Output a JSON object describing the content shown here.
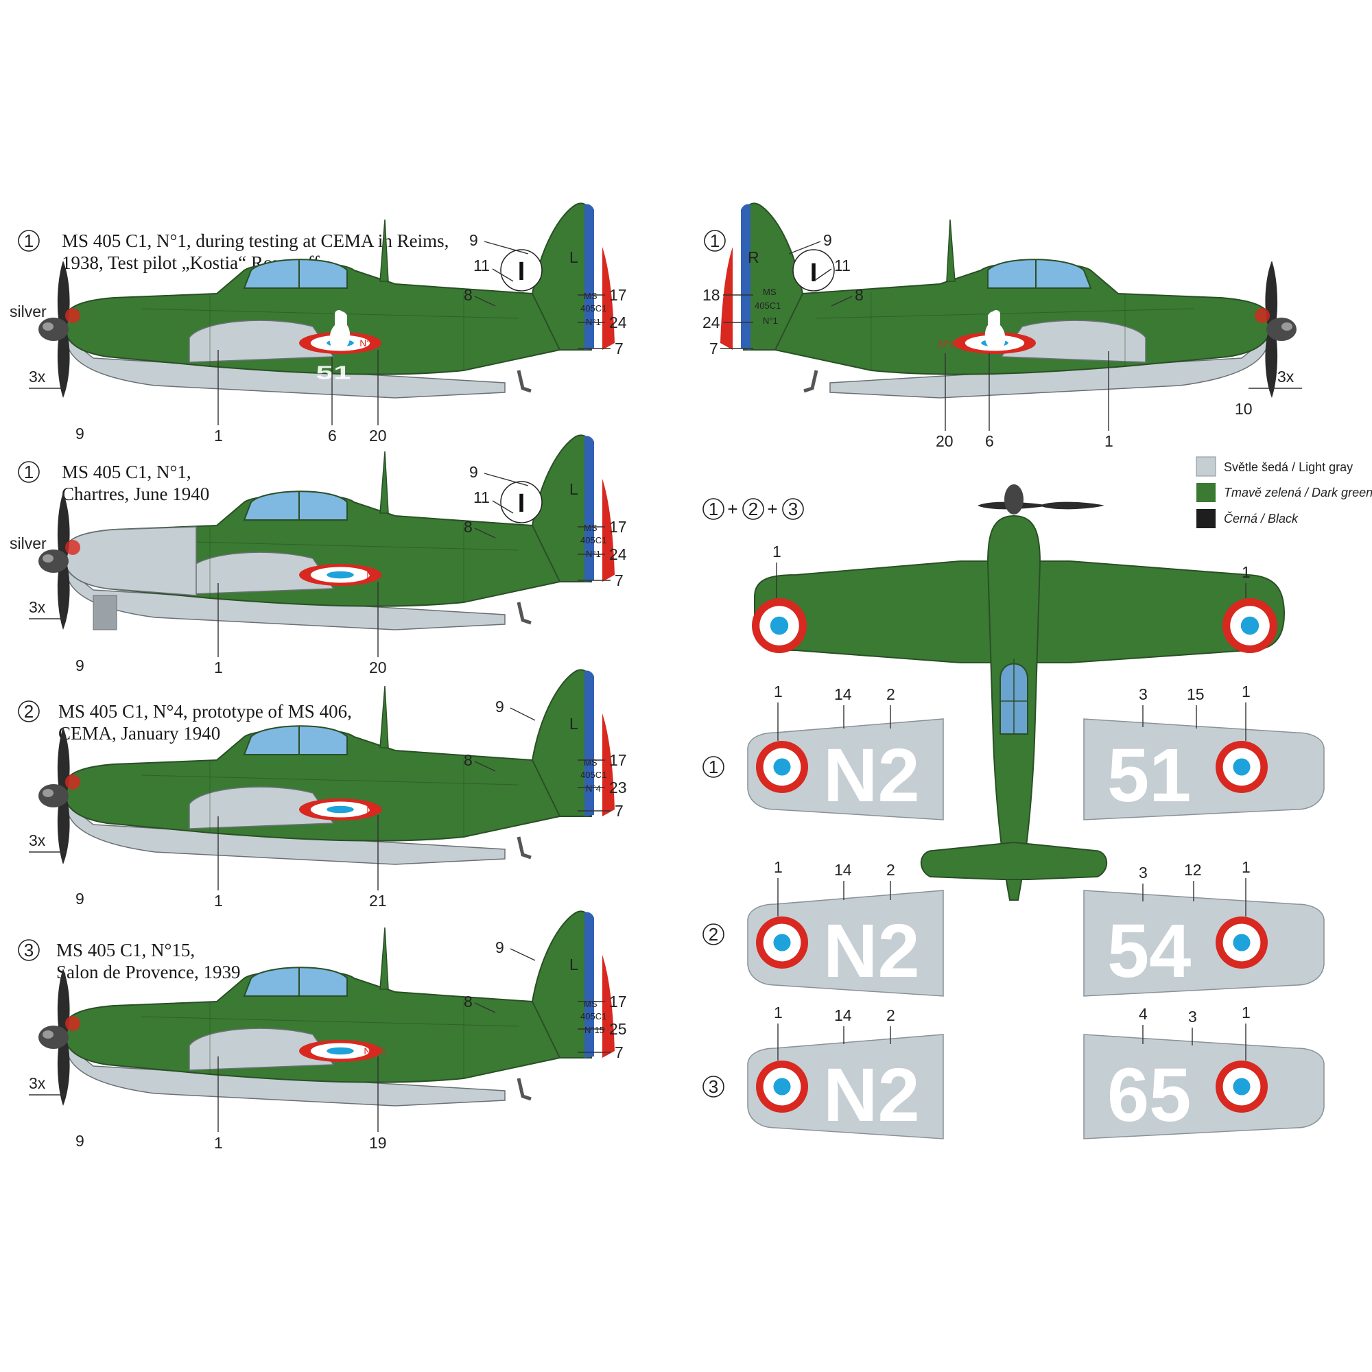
{
  "colors": {
    "light_gray": "#c5ced3",
    "dark_green": "#3a7a33",
    "black": "#1e1e1e",
    "roundel_red": "#d8281f",
    "roundel_blue": "#1da2dc",
    "tricolor_blue": "#3161b5",
    "canopy": "#7fb8e0"
  },
  "icons": [
    "propeller-icon",
    "roundel-icon",
    "dog-emblem-icon"
  ],
  "profiles": {
    "p1": {
      "marker": "1",
      "line1": "MS 405 C1, N°1, during testing at CEMA in Reims,",
      "line2": "1938, Test pilot „Kostia“ Rozanoff",
      "spinner_label": "silver"
    },
    "p1r": {
      "marker": "1"
    },
    "p2": {
      "marker": "1",
      "line1": "MS 405 C1, N°1,",
      "line2": "Chartres, June 1940",
      "spinner_label": "silver"
    },
    "p3": {
      "marker": "2",
      "line1": "MS 405 C1, N°4, prototype of MS 406,",
      "line2": "CEMA, January 1940"
    },
    "p4": {
      "marker": "3",
      "line1": "MS 405 C1, N°15,",
      "line2": "Salon de Provence, 1939"
    }
  },
  "tail": {
    "ms": "MS",
    "type": "405C1",
    "n1": "N°1",
    "n4": "N°4",
    "n15": "N°15",
    "code": "I"
  },
  "callouts": {
    "n1": "1",
    "n2": "2",
    "n3": "3",
    "n4": "4",
    "n6": "6",
    "n7": "7",
    "n8": "8",
    "n9": "9",
    "n10": "10",
    "n11": "11",
    "n12": "12",
    "n14": "14",
    "n15": "15",
    "n17": "17",
    "n18": "18",
    "n19": "19",
    "n20": "20",
    "n21": "21",
    "n23": "23",
    "n24": "24",
    "n25": "25",
    "L": "L",
    "R": "R",
    "times3": "3x"
  },
  "topview": {
    "combo": [
      "1",
      "2",
      "3"
    ]
  },
  "wing_codes": {
    "left_code": "N2",
    "right_1": "51",
    "right_2": "54",
    "right_3": "65",
    "row_markers": [
      "1",
      "2",
      "3"
    ]
  },
  "legend": [
    {
      "label": "Světle šedá / Light gray",
      "color": "#c5ced3"
    },
    {
      "label": "Tmavě zelená / Dark green",
      "color": "#3a7a33"
    },
    {
      "label": "Černá / Black",
      "color": "#1e1e1e"
    }
  ]
}
